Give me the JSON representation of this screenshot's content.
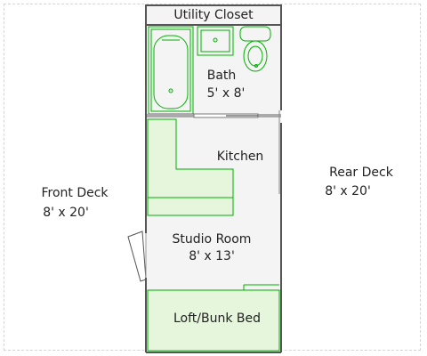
{
  "plan": {
    "utility": {
      "label": "Utility Closet"
    },
    "bath": {
      "label": "Bath",
      "size": "5' x 8'"
    },
    "kitchen": {
      "label": "Kitchen"
    },
    "studio": {
      "label": "Studio Room",
      "size": "8' x 13'"
    },
    "loft": {
      "label": "Loft/Bunk Bed"
    },
    "front_deck": {
      "label": "Front Deck",
      "size": "8' x 20'"
    },
    "rear_deck": {
      "label": "Rear Deck",
      "size": "8' x 20'"
    }
  },
  "colors": {
    "wall": "#555555",
    "fixture_green": "#00b000",
    "area_green": "#e8f7e0",
    "floor_gray": "#f4f4f4"
  }
}
